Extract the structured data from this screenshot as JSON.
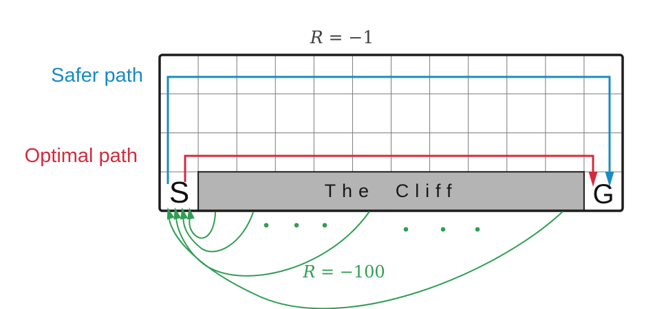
{
  "colors": {
    "safer_blue": "#1a8ac4",
    "optimal_red": "#d42a3d",
    "cliff_green": "#2f9e53",
    "grid_gray": "#7a7a7a",
    "border_black": "#1c1c1c",
    "cliff_fill": "#b4b4b4",
    "math_gray": "#3f3f3f"
  },
  "labels": {
    "safer_path": "Safer path",
    "optimal_path": "Optimal path",
    "reward_step": {
      "var": "R",
      "rest": " = −1"
    },
    "reward_cliff": {
      "var": "R",
      "rest": " = −100"
    },
    "start": "S",
    "goal": "G",
    "cliff": "The Cliff"
  },
  "grid": {
    "cols": 12,
    "rows": 4
  }
}
